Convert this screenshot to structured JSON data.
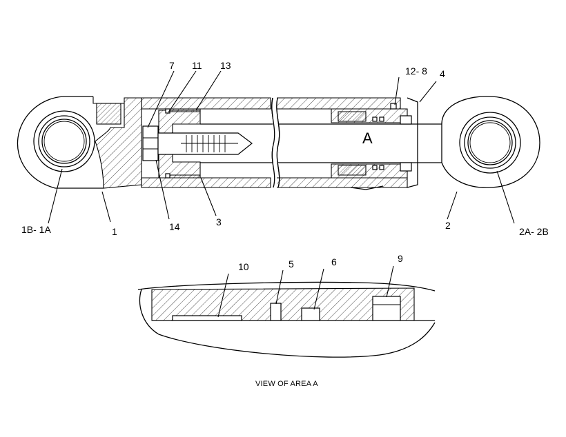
{
  "diagram": {
    "big_letter": "A",
    "caption": "VIEW OF AREA A",
    "callouts": [
      {
        "id": "c-7",
        "text": "7"
      },
      {
        "id": "c-11",
        "text": "11"
      },
      {
        "id": "c-13",
        "text": "13"
      },
      {
        "id": "c-12-8",
        "text": "12- 8"
      },
      {
        "id": "c-4",
        "text": "4"
      },
      {
        "id": "c-1b-1a",
        "text": "1B- 1A"
      },
      {
        "id": "c-1",
        "text": "1"
      },
      {
        "id": "c-14",
        "text": "14"
      },
      {
        "id": "c-3",
        "text": "3"
      },
      {
        "id": "c-2",
        "text": "2"
      },
      {
        "id": "c-2a-2b",
        "text": "2A- 2B"
      },
      {
        "id": "c-10",
        "text": "10"
      },
      {
        "id": "c-5",
        "text": "5"
      },
      {
        "id": "c-6",
        "text": "6"
      },
      {
        "id": "c-9",
        "text": "9"
      }
    ]
  }
}
